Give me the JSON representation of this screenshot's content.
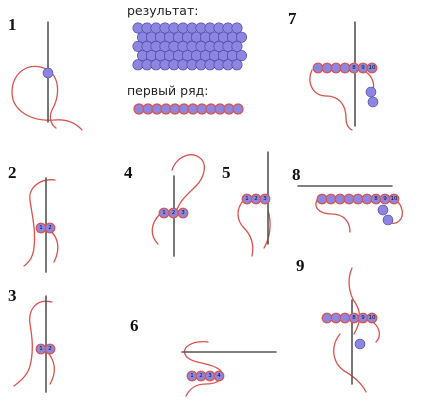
{
  "captions": {
    "result": "результат:",
    "first_row": "первый ряд:"
  },
  "steps": [
    "1",
    "2",
    "3",
    "4",
    "5",
    "6",
    "7",
    "8",
    "9"
  ],
  "bead_labels": {
    "two": [
      "1",
      "2"
    ],
    "three": [
      "1",
      "2",
      "3"
    ],
    "four": [
      "1",
      "2",
      "3",
      "4"
    ],
    "end": [
      "8",
      "9",
      "10"
    ]
  },
  "colors": {
    "bead": "#8c86e0",
    "bead_outline": "#4b45a8",
    "thread": "#d9534f",
    "needle": "#555555"
  }
}
